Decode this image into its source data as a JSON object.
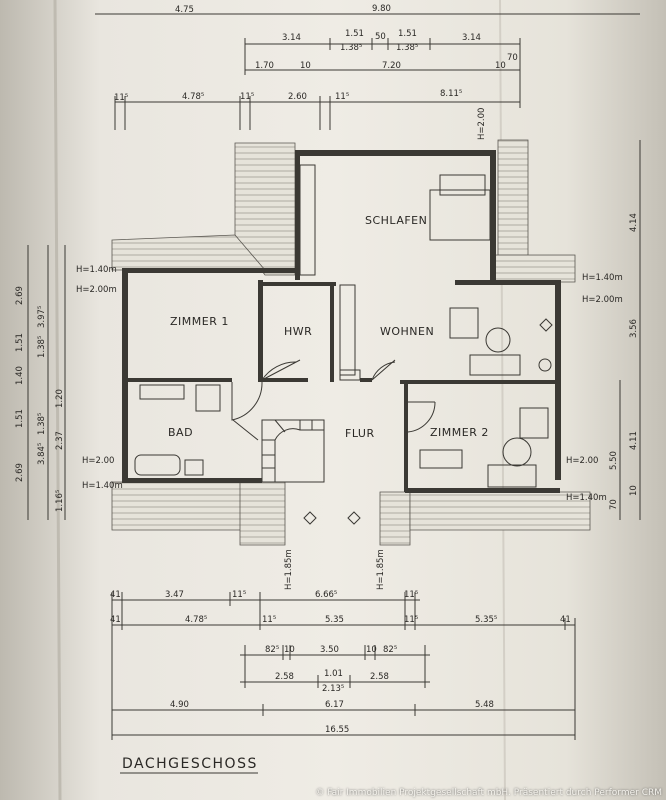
{
  "plan": {
    "title": "DACHGESCHOSS",
    "rooms": {
      "schlafen": "SCHLAFEN",
      "zimmer1": "ZIMMER 1",
      "hwr": "HWR",
      "wohnen": "WOHNEN",
      "bad": "BAD",
      "flur": "FLUR",
      "zimmer2": "ZIMMER 2"
    },
    "top_dims": {
      "row1": [
        "4.75",
        "9.80"
      ],
      "row2": [
        "3.14",
        "1.51",
        "50",
        "1.51",
        "3.14"
      ],
      "row2b": [
        "1.38⁵",
        "1.38⁵"
      ],
      "row3": [
        "1.70",
        "10",
        "7.20",
        "10",
        "70"
      ],
      "row4": [
        "11⁵",
        "4.78⁵",
        "11⁵",
        "2.60",
        "11⁵",
        "8.11⁵"
      ]
    },
    "left_dims": [
      "2.69",
      "1.51",
      "1.40",
      "1.51",
      "2.69",
      "3.97⁵",
      "1.38⁵",
      "1.38⁵",
      "3.84⁵",
      "1.20",
      "2.37",
      "1.16⁵"
    ],
    "right_dims": [
      "4.14",
      "3.56",
      "4.11",
      "5.50",
      "70",
      "10"
    ],
    "bottom_dims": {
      "row1": [
        "41",
        "3.47",
        "11⁵",
        "6.66⁵",
        "11⁵"
      ],
      "row2": [
        "41",
        "4.78⁵",
        "11⁵",
        "5.35",
        "11⁵",
        "5.35⁵",
        "41"
      ],
      "row3": [
        "82⁵",
        "10",
        "3.50",
        "10",
        "82⁵"
      ],
      "row4": [
        "2.58",
        "1.01",
        "2.58"
      ],
      "row4b": "2.13⁵",
      "row5": [
        "4.90",
        "6.17",
        "5.48"
      ],
      "total": "16.55"
    },
    "heights": [
      "H=2.00",
      "H=1.40m",
      "H=2.00m",
      "H=1.40m",
      "H=2.00m",
      "H=2.00",
      "H=1.40m",
      "H=1.85m",
      "H=1.85m",
      "H=2.00",
      "H=1.40m"
    ]
  },
  "copyright": "© Fair Immobilien Projektgesellschaft mbH. Präsentiert durch Performer CRM"
}
